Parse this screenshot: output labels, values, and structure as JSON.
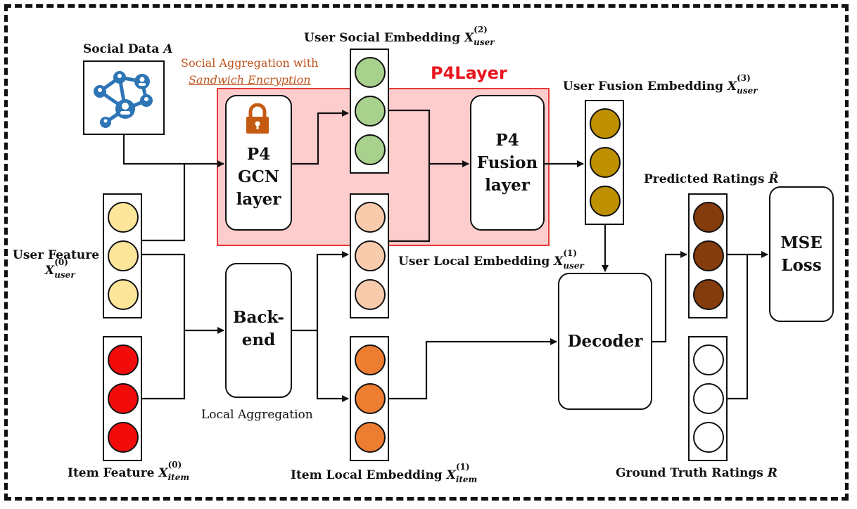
{
  "title": "P4Layer",
  "nodes": {
    "social_data": {
      "label": "Social Data",
      "var": "A"
    },
    "social_aggregation": {
      "line1": "Social Aggregation with",
      "line2": "Sandwich Encryption"
    },
    "gcn_layer": {
      "line1": "P4",
      "line2": "GCN",
      "line3": "layer"
    },
    "fusion_layer": {
      "line1": "P4",
      "line2": "Fusion",
      "line3": "layer"
    },
    "backend": {
      "line1": "Back-",
      "line2": "end"
    },
    "decoder": {
      "label": "Decoder"
    },
    "mse_loss": {
      "line1": "MSE",
      "line2": "Loss"
    },
    "local_aggregation": {
      "label": "Local Aggregation"
    }
  },
  "labels": {
    "user_social_embedding": {
      "text": "User Social Embedding",
      "var": "X",
      "sup": "(2)",
      "sub": "user"
    },
    "user_fusion_embedding": {
      "text": "User Fusion Embedding",
      "var": "X",
      "sup": "(3)",
      "sub": "user"
    },
    "user_local_embedding": {
      "text": "User Local Embedding",
      "var": "X",
      "sup": "(1)",
      "sub": "user"
    },
    "item_local_embedding": {
      "text": "Item Local Embedding",
      "var": "X",
      "sup": "(1)",
      "sub": "item"
    },
    "user_feature": {
      "text": "User Feature",
      "var": "X",
      "sup": "(0)",
      "sub": "user"
    },
    "item_feature": {
      "text": "Item Feature",
      "var": "X",
      "sup": "(0)",
      "sub": "item"
    },
    "predicted_ratings": {
      "text": "Predicted Ratings",
      "var": "R̂"
    },
    "ground_truth_ratings": {
      "text": "Ground Truth Ratings",
      "var": "R"
    }
  },
  "colors": {
    "user_feature": "#fde69a",
    "item_feature": "#f20b0b",
    "user_social": "#a9d18e",
    "user_local": "#f8cbad",
    "item_local": "#ed7d31",
    "user_fusion": "#bf9000",
    "predicted": "#843c0c",
    "ground_truth": "#ffffff",
    "lock": "#c55a11",
    "network": "#2e75b6",
    "p4_accent": "#e8141e"
  },
  "icons": {
    "lock": "lock-icon",
    "network": "social-network-icon"
  }
}
